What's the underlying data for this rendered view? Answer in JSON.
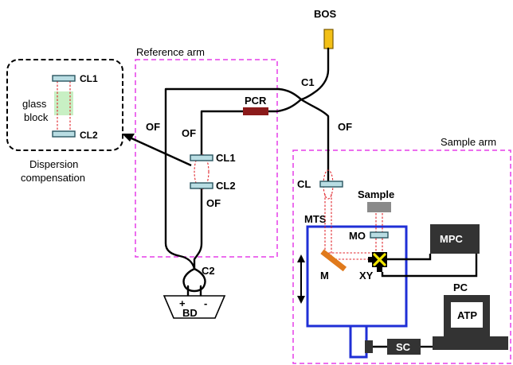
{
  "labels": {
    "bos": "BOS",
    "reference_arm": "Reference arm",
    "sample_arm": "Sample arm",
    "c1": "C1",
    "c2": "C2",
    "pcr": "PCR",
    "of_left": "OF",
    "of_ref": "OF",
    "of_ref_lower": "OF",
    "of_sample": "OF",
    "cl1_ref": "CL1",
    "cl2_ref": "CL2",
    "cl1_disp": "CL1",
    "cl2_disp": "CL2",
    "glass_block_line1": "glass",
    "glass_block_line2": "block",
    "dispersion_line1": "Dispersion",
    "dispersion_line2": "compensation",
    "cl_sample": "CL",
    "sample": "Sample",
    "mts": "MTS",
    "mo": "MO",
    "m": "M",
    "xy": "XY",
    "mpc": "MPC",
    "pc": "PC",
    "atp": "ATP",
    "sc": "SC",
    "bd": "BD",
    "bd_plus": "+",
    "bd_minus": "-"
  },
  "colors": {
    "fiber": "#000000",
    "arm_box": "#e53ee9",
    "lens": "#b9dde3",
    "beam": "#e0252b",
    "pcr": "#8b1a1a",
    "bos_source": "#f3c016",
    "glass_block": "#c8f0c4",
    "mts_frame": "#1f2fd6",
    "sample": "#8a8a8a",
    "mirror": "#e07a1c",
    "xy_marker": "#f2e600",
    "controller_box": "#333333"
  },
  "icons": {
    "arrow": "arrow-icon",
    "double_arrow": "double-arrow-icon",
    "computer": "computer-icon"
  }
}
